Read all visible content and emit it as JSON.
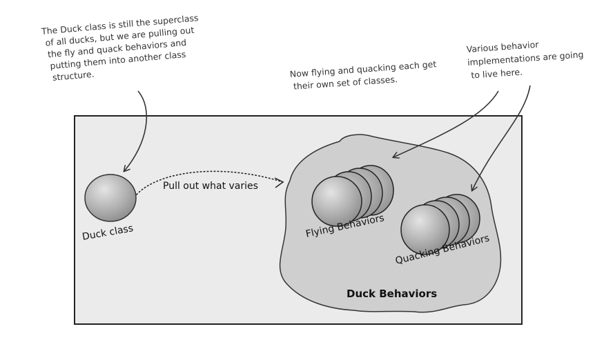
{
  "annotations": {
    "duck_class_note": [
      "The Duck class is still the superclass",
      "of all ducks, but we are pulling out",
      "the fly and quack behaviors and",
      "putting them into another class",
      "structure."
    ],
    "behaviors_note": [
      "Now flying and quacking each get",
      "their own set of classes."
    ],
    "implementations_note": [
      "Various behavior",
      "implementations are going",
      "to live here."
    ]
  },
  "labels": {
    "duck_class": "Duck class",
    "pull_out": "Pull out what varies",
    "flying": "Flying Behaviors",
    "quacking": "Quacking Behaviors",
    "duck_behaviors": "Duck Behaviors"
  },
  "colors": {
    "frame_fill": "#ebebeb",
    "blob_fill": "#cfcfcf",
    "sphere_light": "#e4e4e4",
    "sphere_dark": "#8a8a8a",
    "ink": "#222222"
  }
}
